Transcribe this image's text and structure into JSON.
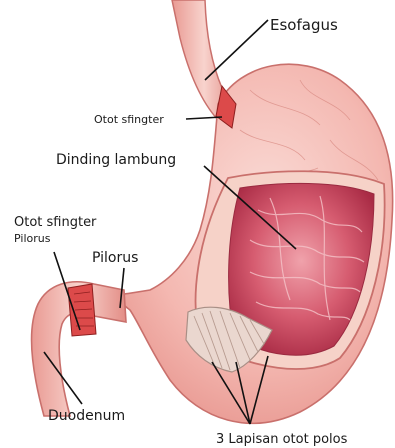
{
  "labels": {
    "esofagus": "Esofagus",
    "otot_sfingter_top": "Otot  sfingter",
    "dinding_lambung": "Dinding lambung",
    "otot_sfingter_left": "Otot  sfingter",
    "pilorus_small": "Pilorus",
    "pilorus": "Pilorus",
    "duodenum": "Duodenum",
    "lapisan": "3 Lapisan otot polos"
  },
  "colors": {
    "stomach_outer": "#f3b6b0",
    "stomach_edge": "#c9706c",
    "mucosa": "#c4405c",
    "muscle": "#dc4a4a",
    "muscle_layer": "#ead7cf"
  }
}
